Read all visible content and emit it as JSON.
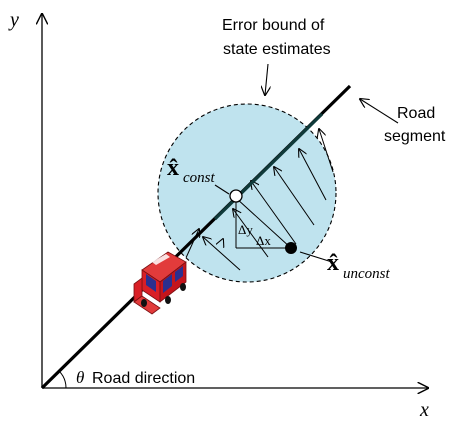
{
  "axes": {
    "x_label": "x",
    "y_label": "y"
  },
  "labels": {
    "error_bound_line1": "Error bound of",
    "error_bound_line2": "state estimates",
    "road_line1": "Road",
    "road_line2": "segment",
    "theta": "θ",
    "road_direction": "Road direction",
    "x_const_main": "x̂",
    "x_const_sub": "const",
    "x_unconst_main": "x̂",
    "x_unconst_sub": "unconst",
    "delta_y": "Δy",
    "delta_x": "Δx"
  },
  "colors": {
    "circle_fill": "#bfe3ee",
    "line": "#000000",
    "road_dark": "#0f3a3a",
    "car_red": "#d91f26",
    "car_blue": "#2b2f8f"
  }
}
